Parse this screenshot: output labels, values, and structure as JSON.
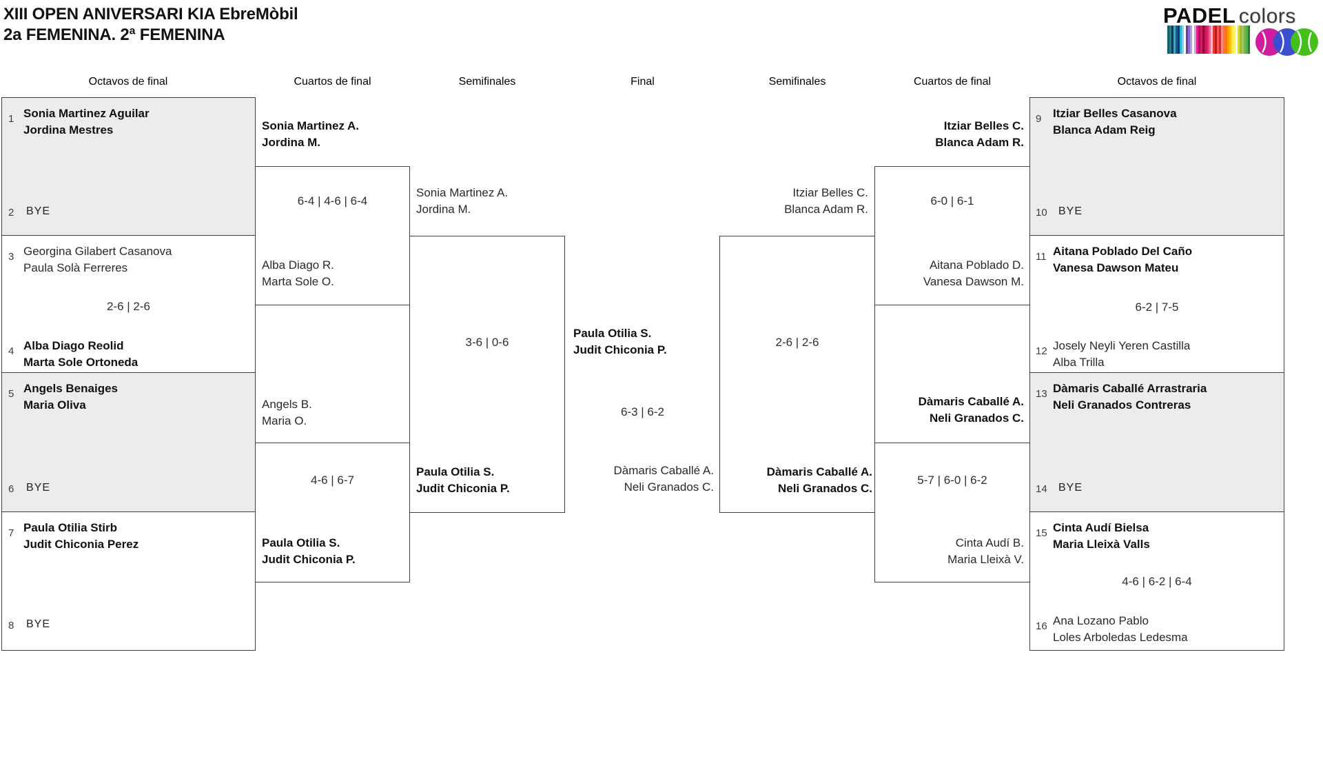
{
  "title": {
    "line1": "XIII OPEN ANIVERSARI KIA EbreMòbil",
    "line2": "2a FEMENINA. 2ª FEMENINA"
  },
  "logo": {
    "brand": "PADEL",
    "brand2": "colors"
  },
  "rounds": {
    "octavos_left": "Octavos de final",
    "cuartos_left": "Cuartos de final",
    "semifinales_left": "Semifinales",
    "final": "Final",
    "semifinales_right": "Semifinales",
    "cuartos_right": "Cuartos de final",
    "octavos_right": "Octavos de final"
  },
  "octavos": {
    "m1": {
      "seed1": "1",
      "t1a": "Sonia Martinez Aguilar",
      "t1b": "Jordina Mestres",
      "seed2": "2",
      "bye": "BYE"
    },
    "m2": {
      "seed1": "3",
      "t1a": "Georgina Gilabert Casanova",
      "t1b": "Paula Solà Ferreres",
      "score": "2-6 | 2-6",
      "seed2": "4",
      "t2a": "Alba Diago Reolid",
      "t2b": "Marta Sole Ortoneda"
    },
    "m3": {
      "seed1": "5",
      "t1a": "Angels Benaiges",
      "t1b": "Maria Oliva",
      "seed2": "6",
      "bye": "BYE"
    },
    "m4": {
      "seed1": "7",
      "t1a": "Paula Otilia Stirb",
      "t1b": "Judit Chiconia Perez",
      "seed2": "8",
      "bye": "BYE"
    },
    "m5": {
      "seed1": "9",
      "t1a": "Itziar Belles Casanova",
      "t1b": "Blanca Adam Reig",
      "seed2": "10",
      "bye": "BYE"
    },
    "m6": {
      "seed1": "11",
      "t1a": "Aitana Poblado Del Caño",
      "t1b": "Vanesa Dawson Mateu",
      "score": "6-2 | 7-5",
      "seed2": "12",
      "t2a": "Josely Neyli Yeren Castilla",
      "t2b": "Alba Trilla"
    },
    "m7": {
      "seed1": "13",
      "t1a": "Dàmaris Caballé Arrastraria",
      "t1b": "Neli Granados Contreras",
      "seed2": "14",
      "bye": "BYE"
    },
    "m8": {
      "seed1": "15",
      "t1a": "Cinta Audí Bielsa",
      "t1b": "Maria Lleixà Valls",
      "score": "4-6 | 6-2 | 6-4",
      "seed2": "16",
      "t2a": "Ana Lozano Pablo",
      "t2b": "Loles Arboledas Ledesma"
    }
  },
  "cuartos": {
    "q1": {
      "t1a": "Sonia Martinez A.",
      "t1b": "Jordina M.",
      "score": "6-4 | 4-6 | 6-4",
      "t2a": "Alba Diago R.",
      "t2b": "Marta Sole O."
    },
    "q2": {
      "t1a": "Angels B.",
      "t1b": "Maria O.",
      "score": "4-6 | 6-7",
      "t2a": "Paula Otilia S.",
      "t2b": "Judit Chiconia P."
    },
    "q3": {
      "t1a": "Itziar Belles C.",
      "t1b": "Blanca Adam R.",
      "score": "6-0 | 6-1",
      "t2a": "Aitana Poblado D.",
      "t2b": "Vanesa Dawson M."
    },
    "q4": {
      "t1a": "Dàmaris Caballé A.",
      "t1b": "Neli Granados C.",
      "score": "5-7 | 6-0 | 6-2",
      "t2a": "Cinta Audí B.",
      "t2b": "Maria Lleixà V."
    }
  },
  "semis": {
    "s1": {
      "t1a": "Sonia Martinez A.",
      "t1b": "Jordina M.",
      "score": "3-6 | 0-6",
      "t2a": "Paula Otilia S.",
      "t2b": "Judit Chiconia P."
    },
    "s2": {
      "t1a": "Itziar Belles C.",
      "t1b": "Blanca Adam R.",
      "score": "2-6 | 2-6",
      "t2a": "Dàmaris Caballé A.",
      "t2b": "Neli Granados C."
    }
  },
  "final": {
    "t1a": "Paula Otilia S.",
    "t1b": "Judit Chiconia P.",
    "score": "6-3 | 6-2",
    "t2a": "Dàmaris Caballé A.",
    "t2b": "Neli Granados C."
  },
  "colors": {
    "shaded_box": "#ececec",
    "line": "#3f3f3f",
    "ball_magenta": "#cf1d9c",
    "ball_blue": "#3c4ed0",
    "ball_green": "#45c01b"
  }
}
